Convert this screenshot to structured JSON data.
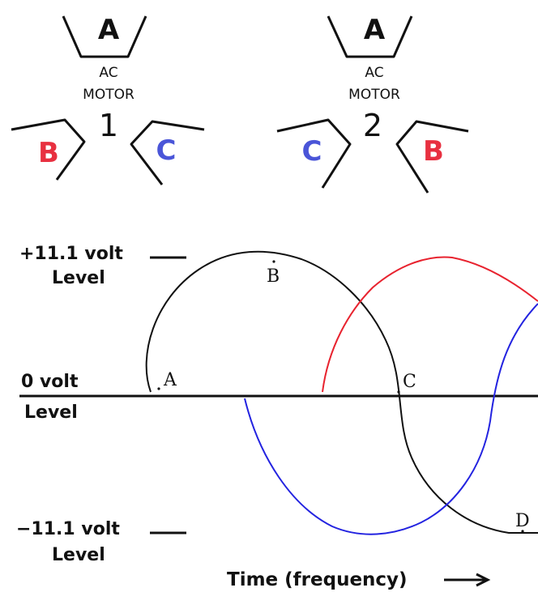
{
  "colors": {
    "black": "#111111",
    "red": "#e8232f",
    "blue": "#2323e0",
    "red_label": "#e83040",
    "blue_label": "#4a55d8"
  },
  "motors": [
    {
      "top": "A",
      "line1": "AC",
      "line2": "MOTOR",
      "number": "1",
      "left": "B",
      "right": "C"
    },
    {
      "top": "A",
      "line1": "AC",
      "line2": "MOTOR",
      "number": "2",
      "left": "C",
      "right": "B"
    }
  ],
  "levels": {
    "plus_line1": "+11.1 volt",
    "plus_line2": "Level",
    "zero_line1": "0 volt",
    "zero_line2": "Level",
    "minus_line1": "−11.1 volt",
    "minus_line2": "Level"
  },
  "points": {
    "a": "A",
    "b": "B",
    "c": "C",
    "d": "D"
  },
  "time_label": "Time (frequency)",
  "arrow": "⟶"
}
